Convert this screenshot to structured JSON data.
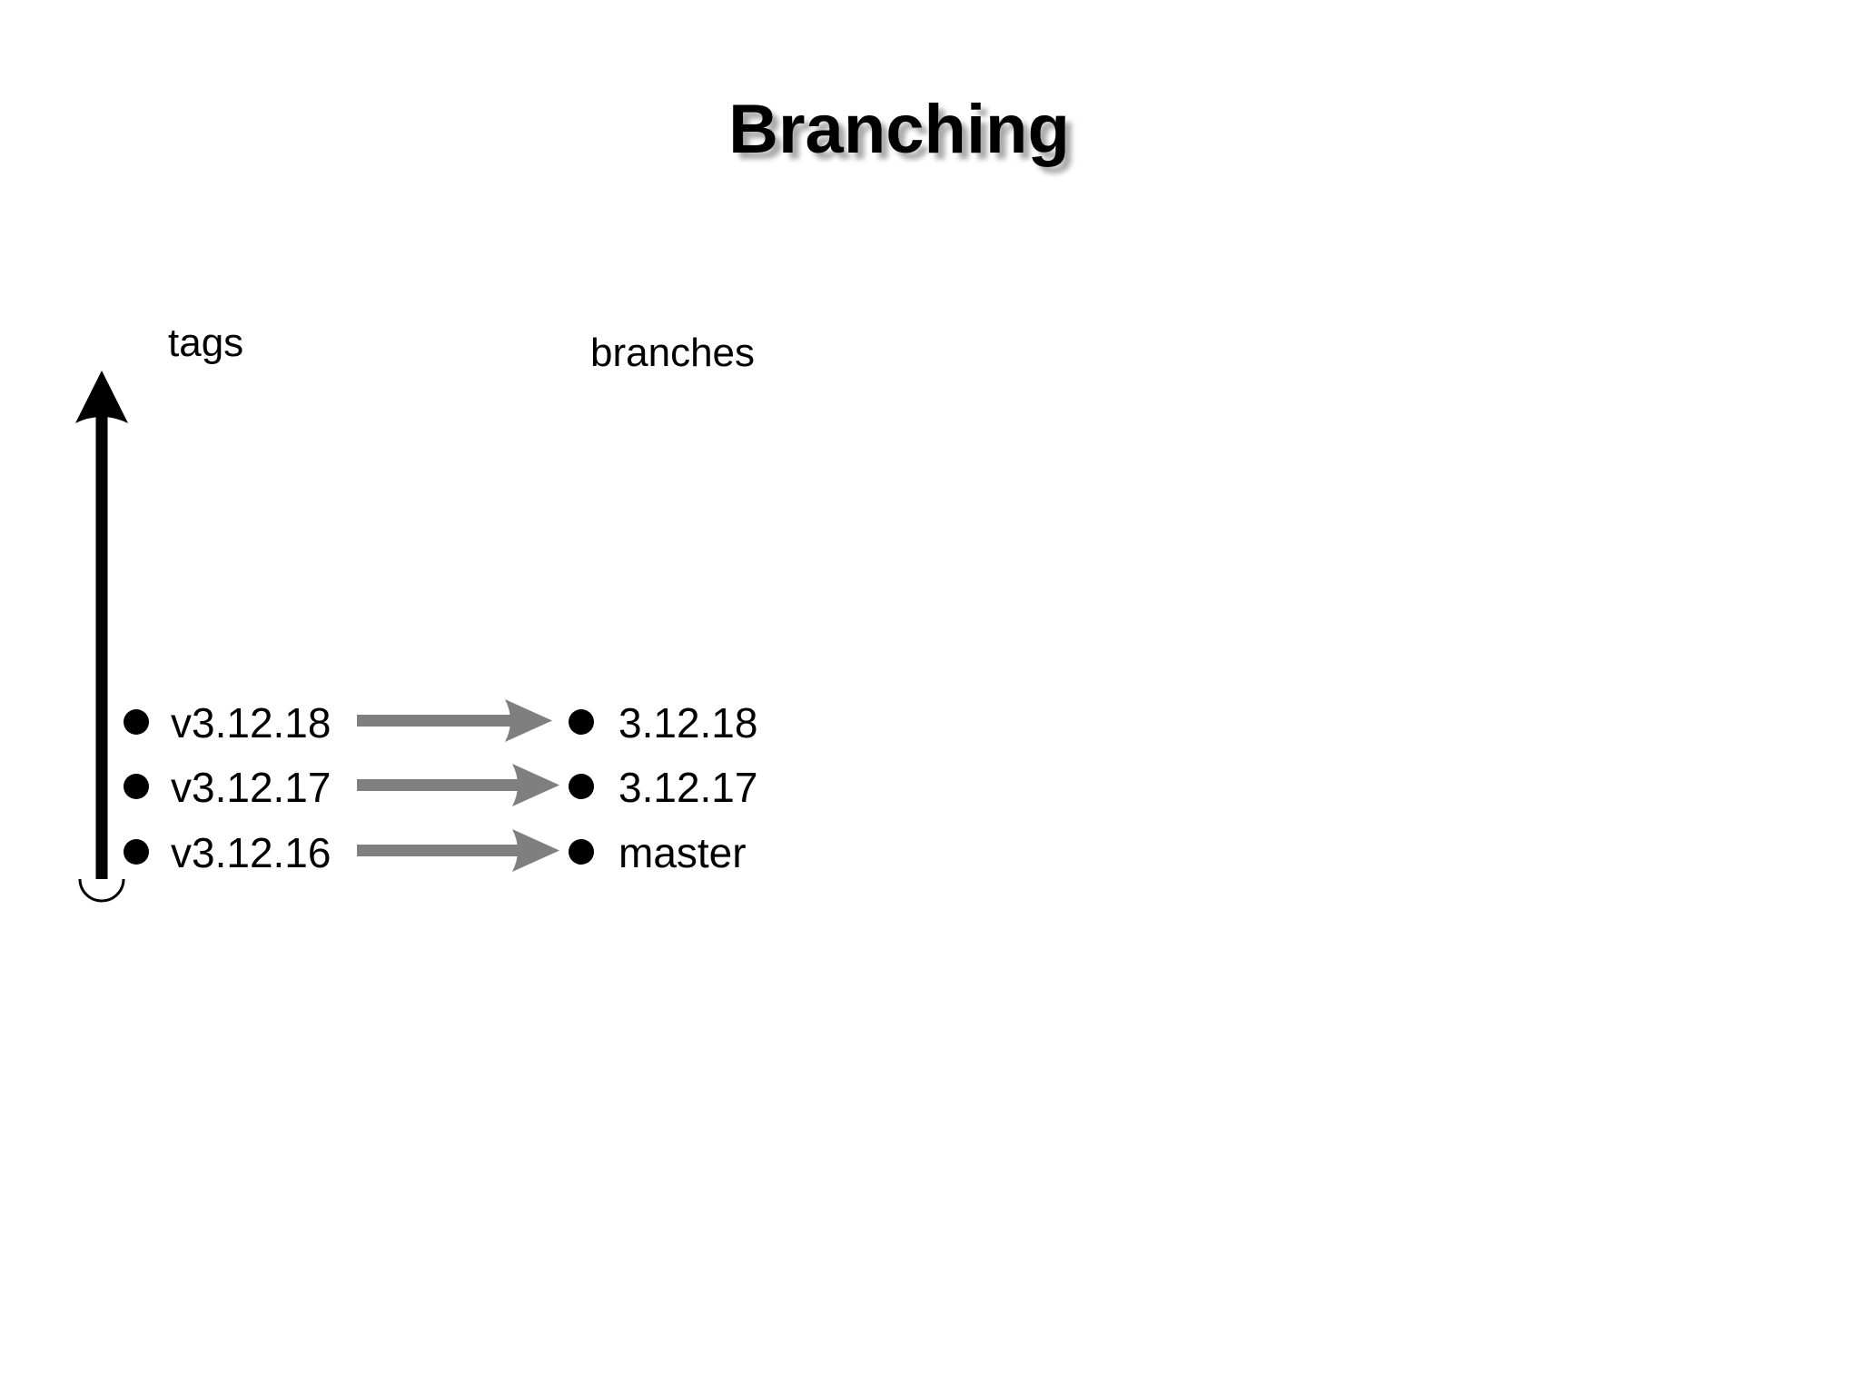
{
  "slide": {
    "title": "Branching",
    "background_color": "#ffffff",
    "text_color": "#000000",
    "arrow_color": "#7f7f7f"
  },
  "columns": {
    "left_label": "tags",
    "right_label": "branches"
  },
  "axis": {
    "name": "tags-timeline-arrow",
    "direction": "up"
  },
  "rows": [
    {
      "tag": "v3.12.18",
      "branch": "3.12.18",
      "connector": "arrow-right"
    },
    {
      "tag": "v3.12.17",
      "branch": "3.12.17",
      "connector": "arrow-right"
    },
    {
      "tag": "v3.12.16",
      "branch": "master",
      "connector": "arrow-right"
    }
  ],
  "icons": {
    "tag_bullet": "filled-circle-icon",
    "branch_bullet": "filled-circle-icon",
    "axis_arrowhead": "arrow-up-icon",
    "relation_arrowhead": "arrow-right-icon"
  }
}
